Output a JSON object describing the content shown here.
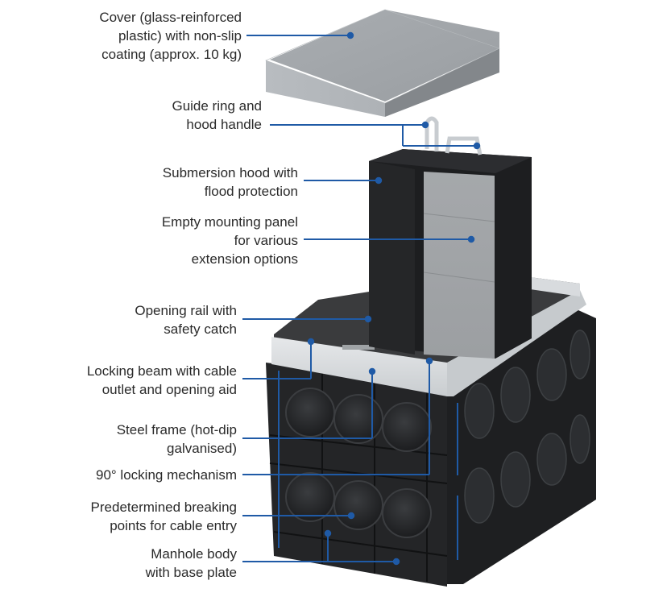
{
  "diagram": {
    "subject": "Cable manhole / distribution box exploded view",
    "leader_color": "#1f5aa6",
    "callouts": [
      {
        "id": "cover",
        "lines": [
          "Cover (glass-reinforced",
          "plastic) with non-slip",
          "coating (approx. 10 kg)"
        ]
      },
      {
        "id": "guide-ring",
        "lines": [
          "Guide ring and",
          "hood handle"
        ]
      },
      {
        "id": "submersion-hood",
        "lines": [
          "Submersion hood with",
          "flood protection"
        ]
      },
      {
        "id": "mounting-panel",
        "lines": [
          "Empty mounting panel",
          "for various",
          "extension options"
        ]
      },
      {
        "id": "opening-rail",
        "lines": [
          "Opening rail with",
          "safety catch"
        ]
      },
      {
        "id": "locking-beam",
        "lines": [
          "Locking beam with cable",
          "outlet and opening aid"
        ]
      },
      {
        "id": "steel-frame",
        "lines": [
          "Steel frame (hot-dip",
          "galvanised)"
        ]
      },
      {
        "id": "locking-mechanism",
        "lines": [
          "90° locking mechanism"
        ]
      },
      {
        "id": "breaking-points",
        "lines": [
          "Predetermined breaking",
          "points for cable entry"
        ]
      },
      {
        "id": "manhole-body",
        "lines": [
          "Manhole body",
          "with base plate"
        ]
      }
    ]
  }
}
